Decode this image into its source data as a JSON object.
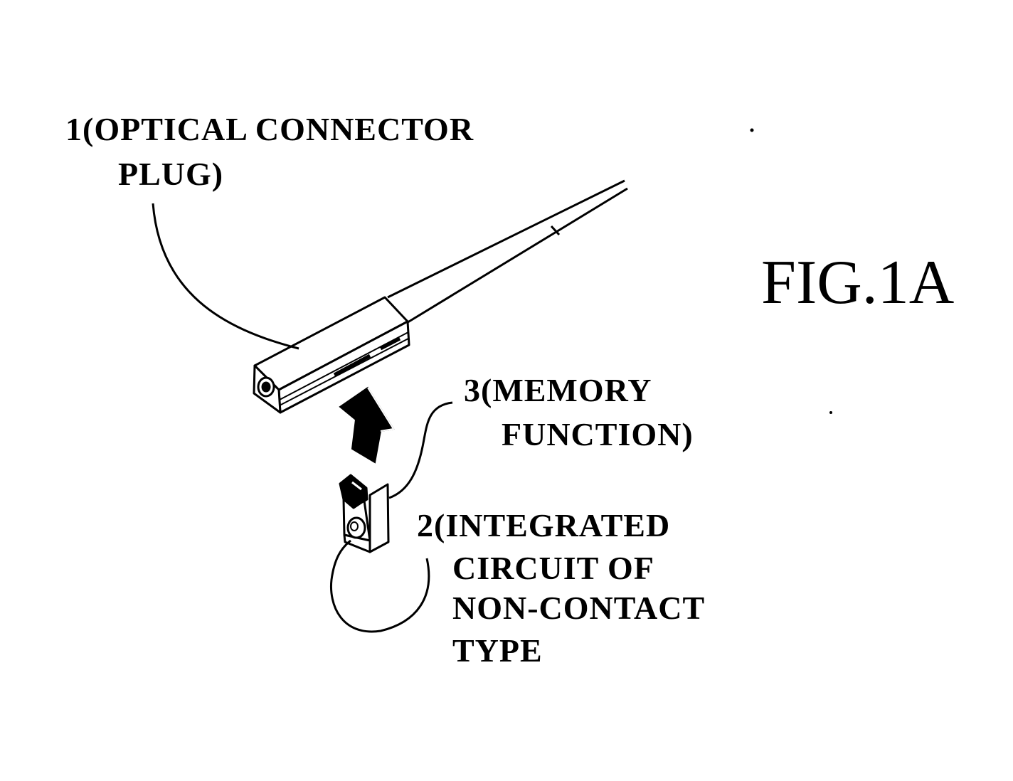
{
  "figure_label": "FIG.1A",
  "labels": {
    "plug": {
      "line1": "1(OPTICAL  CONNECTOR",
      "line2": "PLUG)"
    },
    "memory": {
      "line1": "3(MEMORY",
      "line2": "FUNCTION)"
    },
    "ic": {
      "line1": "2(INTEGRATED",
      "line2": "CIRCUIT OF",
      "line3": "NON-CONTACT",
      "line4": "TYPE"
    }
  },
  "parts": [
    {
      "number": "1",
      "name": "optical-connector-plug"
    },
    {
      "number": "2",
      "name": "integrated-circuit-non-contact"
    },
    {
      "number": "3",
      "name": "memory-function"
    }
  ],
  "arrow_direction": "up"
}
